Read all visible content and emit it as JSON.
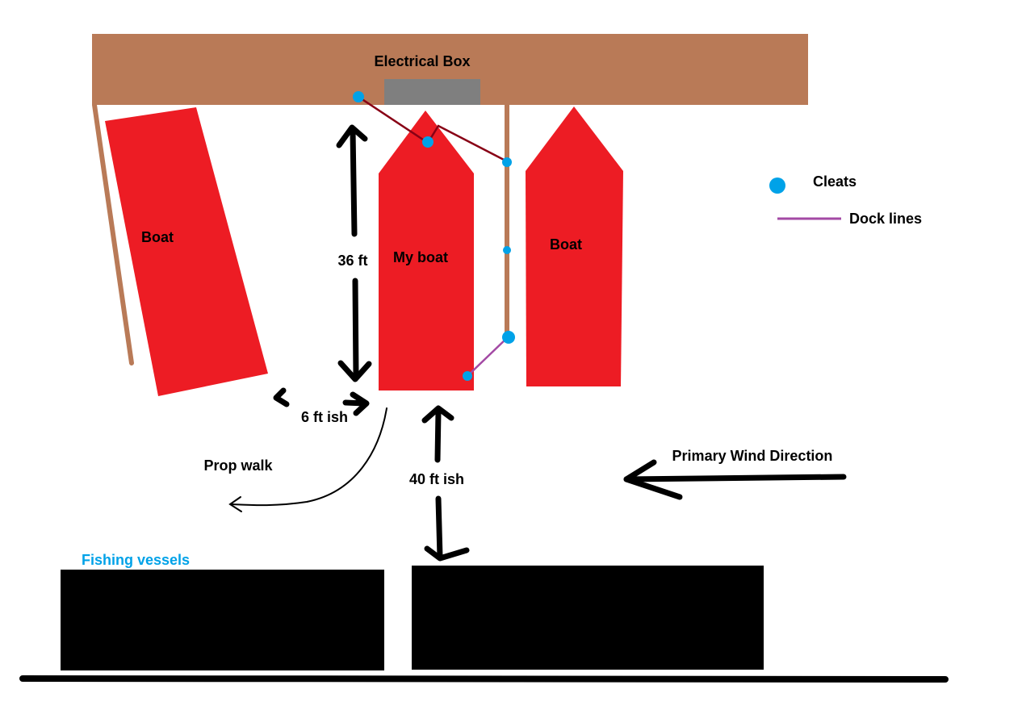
{
  "labels": {
    "electrical_box": "Electrical Box",
    "boat_left": "Boat",
    "my_boat": "My boat",
    "boat_right": "Boat",
    "length_36": "36 ft",
    "gap_6": "6 ft ish",
    "prop_walk": "Prop walk",
    "distance_40": "40 ft ish",
    "wind": "Primary Wind Direction",
    "fishing_vessels": "Fishing vessels"
  },
  "legend": {
    "cleats": "Cleats",
    "dock_lines": "Dock lines"
  },
  "colors": {
    "dock": "#b97a57",
    "boat": "#ed1c24",
    "electrical_box": "#7f7f7f",
    "cleat": "#00a2e8",
    "dock_line_dark": "#880015",
    "dock_line": "#a349a4",
    "fishing_vessel": "#000000",
    "fishing_label": "#00a2e8",
    "arrow": "#000000"
  }
}
